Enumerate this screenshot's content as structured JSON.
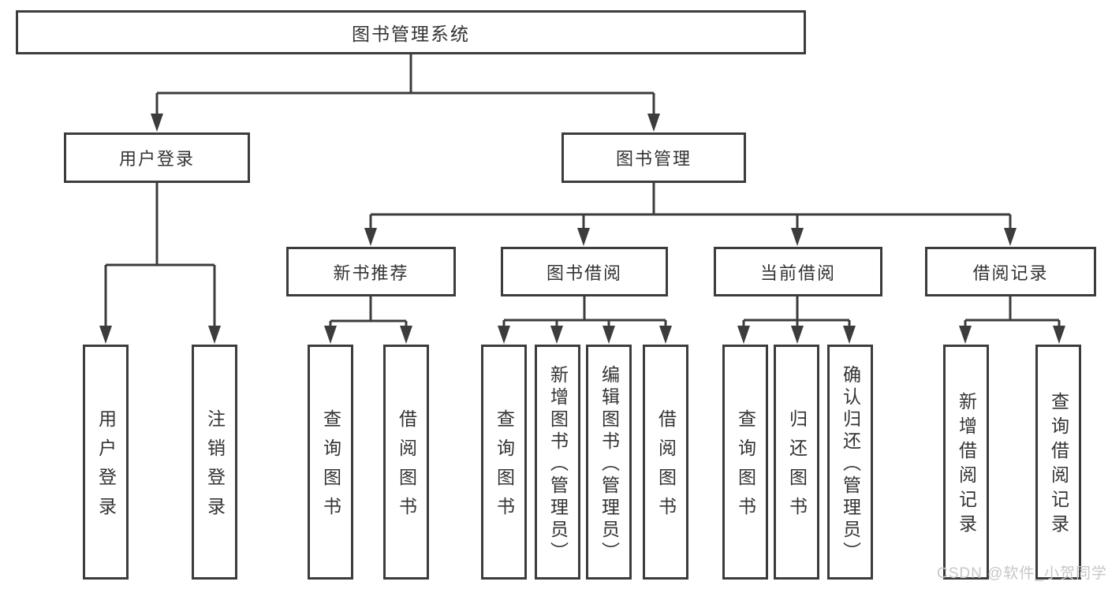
{
  "diagram": {
    "title": "图书管理系统",
    "level2": [
      {
        "label": "用户登录"
      },
      {
        "label": "图书管理"
      }
    ],
    "level3": [
      {
        "label": "新书推荐"
      },
      {
        "label": "图书借阅"
      },
      {
        "label": "当前借阅"
      },
      {
        "label": "借阅记录"
      }
    ],
    "level4": [
      {
        "label": "用户登录"
      },
      {
        "label": "注销登录"
      },
      {
        "label": "查询图书"
      },
      {
        "label": "借阅图书"
      },
      {
        "label": "查询图书"
      },
      {
        "label": "新增图书（管理员）"
      },
      {
        "label": "编辑图书（管理员）"
      },
      {
        "label": "借阅图书"
      },
      {
        "label": "查询图书"
      },
      {
        "label": "归还图书"
      },
      {
        "label": "确认归还（管理员）"
      },
      {
        "label": "新增借阅记录"
      },
      {
        "label": "查询借阅记录"
      }
    ],
    "watermark": "CSDN @软件_小贺同学",
    "colors": {
      "line": "#3c3c3c",
      "text": "#333333",
      "background": "#ffffff",
      "watermark": "#c7c7c7"
    }
  }
}
